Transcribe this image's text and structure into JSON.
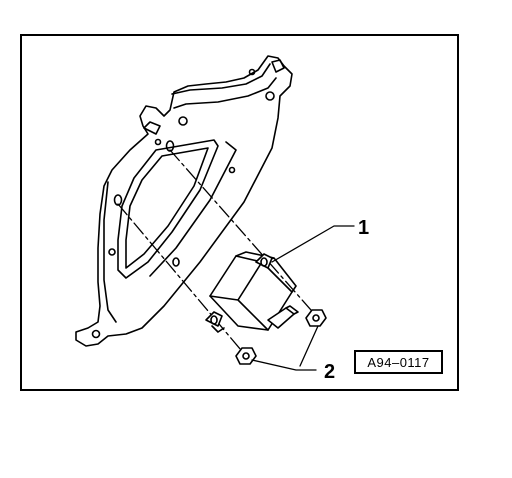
{
  "figure": {
    "reference_code": "A94–0117",
    "callouts": [
      {
        "id": "1",
        "label": "1"
      },
      {
        "id": "2",
        "label": "2"
      }
    ],
    "colors": {
      "ink": "#000000",
      "background": "#ffffff"
    }
  }
}
